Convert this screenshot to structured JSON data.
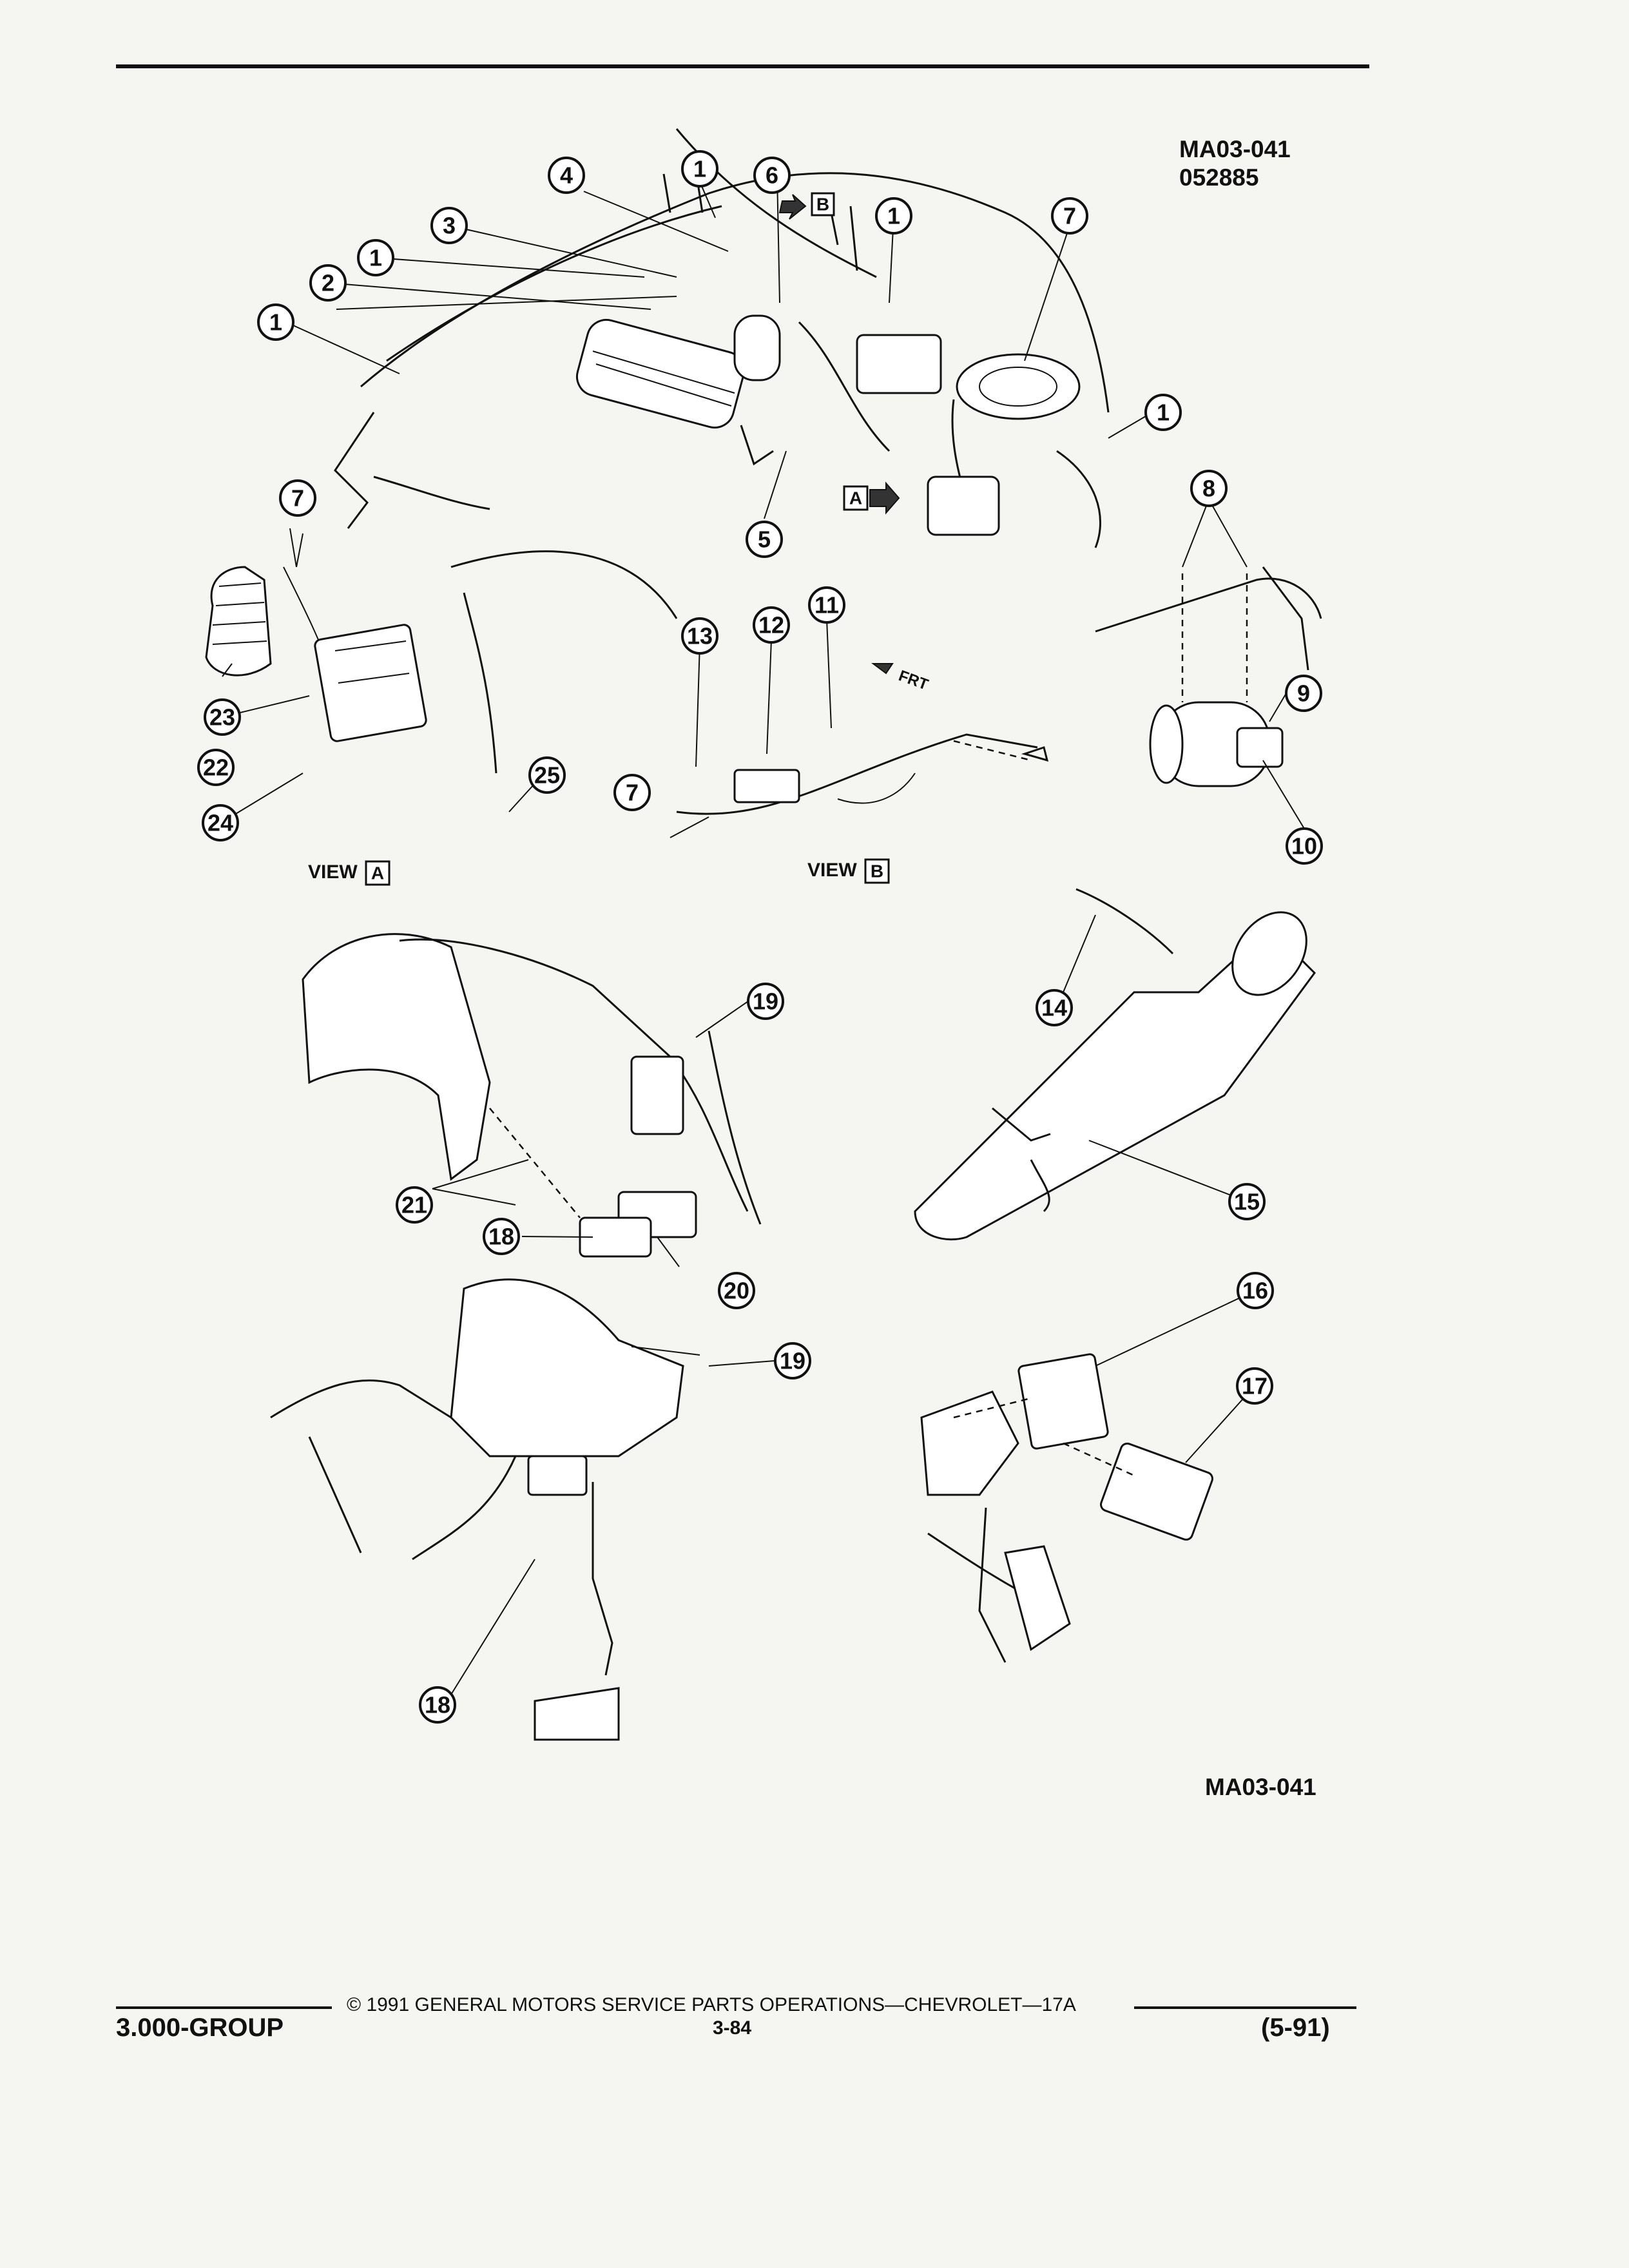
{
  "header": {
    "figure_code": "MA03-041",
    "date_code": "052885"
  },
  "views": {
    "view_a_word": "VIEW",
    "view_a_letter": "A",
    "view_b_word": "VIEW",
    "view_b_letter": "B",
    "arrow_a_letter": "A",
    "arrow_b_letter": "B",
    "frt_label": "FRT"
  },
  "callouts": [
    {
      "id": "c1a",
      "label": "1"
    },
    {
      "id": "c1b",
      "label": "1"
    },
    {
      "id": "c1c",
      "label": "1"
    },
    {
      "id": "c1d",
      "label": "1"
    },
    {
      "id": "c1e",
      "label": "1"
    },
    {
      "id": "c2",
      "label": "2"
    },
    {
      "id": "c3",
      "label": "3"
    },
    {
      "id": "c4",
      "label": "4"
    },
    {
      "id": "c5",
      "label": "5"
    },
    {
      "id": "c6",
      "label": "6"
    },
    {
      "id": "c7a",
      "label": "7"
    },
    {
      "id": "c7b",
      "label": "7"
    },
    {
      "id": "c7c",
      "label": "7"
    },
    {
      "id": "c8",
      "label": "8"
    },
    {
      "id": "c9",
      "label": "9"
    },
    {
      "id": "c10",
      "label": "10"
    },
    {
      "id": "c11",
      "label": "11"
    },
    {
      "id": "c12",
      "label": "12"
    },
    {
      "id": "c13",
      "label": "13"
    },
    {
      "id": "c14",
      "label": "14"
    },
    {
      "id": "c15",
      "label": "15"
    },
    {
      "id": "c16",
      "label": "16"
    },
    {
      "id": "c17",
      "label": "17"
    },
    {
      "id": "c18a",
      "label": "18"
    },
    {
      "id": "c18b",
      "label": "18"
    },
    {
      "id": "c19a",
      "label": "19"
    },
    {
      "id": "c19b",
      "label": "19"
    },
    {
      "id": "c20",
      "label": "20"
    },
    {
      "id": "c21",
      "label": "21"
    },
    {
      "id": "c22",
      "label": "22"
    },
    {
      "id": "c23",
      "label": "23"
    },
    {
      "id": "c24",
      "label": "24"
    },
    {
      "id": "c25",
      "label": "25"
    }
  ],
  "bottom_code": "MA03-041",
  "footer": {
    "copyright": "© 1991 GENERAL MOTORS SERVICE PARTS OPERATIONS—CHEVROLET—17A",
    "group": "3.000-GROUP",
    "page": "3-84",
    "date": "(5-91)"
  }
}
